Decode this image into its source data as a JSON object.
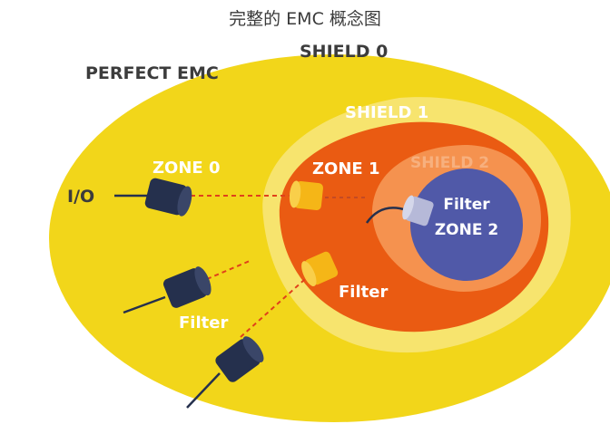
{
  "title": "完整的 EMC 概念图",
  "labels": {
    "perfect_emc": "PERFECT EMC",
    "shield0": "SHIELD 0",
    "shield1": "SHIELD 1",
    "shield2": "SHIELD 2",
    "zone0": "ZONE 0",
    "zone1": "ZONE 1",
    "zone2": "ZONE 2",
    "filter_zone2": "Filter",
    "filter_zone1": "Filter",
    "filter_zone0": "Filter",
    "io": "I/O"
  },
  "colors": {
    "shield0_fill": "#f2d61a",
    "shield1_fill": "#f7e46e",
    "zone1_fill": "#ea5b12",
    "shield2_fill": "#f5924f",
    "zone2_fill": "#5059a8",
    "connector_dark": "#25304d",
    "connector_orange": "#f5b617",
    "connector_lilac": "#b6b9d8"
  }
}
